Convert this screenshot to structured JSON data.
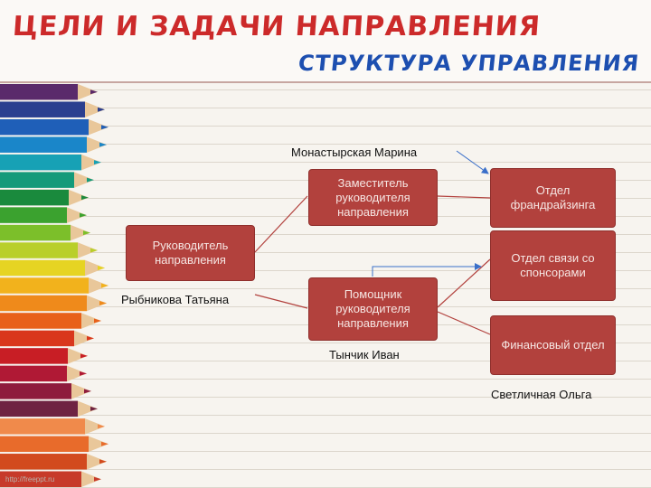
{
  "header": {
    "title": "ЦЕЛИ И ЗАДАЧИ НАПРАВЛЕНИЯ",
    "subtitle": "СТРУКТУРА УПРАВЛЕНИЯ"
  },
  "nodes": {
    "head": "Руководитель направления",
    "deputy": "Заместитель руководителя направления",
    "assistant": "Помощник руководителя направления",
    "fundraising": "Отдел франдрайзинга",
    "sponsors": "Отдел связи со спонсорами",
    "finance": "Финансовый отдел"
  },
  "people": {
    "head_name": "Рыбникова Татьяна",
    "deputy_name": "Монастырская Марина",
    "assistant_name": "Тынчик Иван",
    "finance_name": "Светличная Ольга"
  },
  "footer": {
    "watermark": "http://freeppt.ru"
  },
  "colors": {
    "box": "#b2413d",
    "line": "#b2413d",
    "arrow": "#3a6fc9",
    "title": "#cc2a2a",
    "subtitle": "#1d4fb0"
  }
}
